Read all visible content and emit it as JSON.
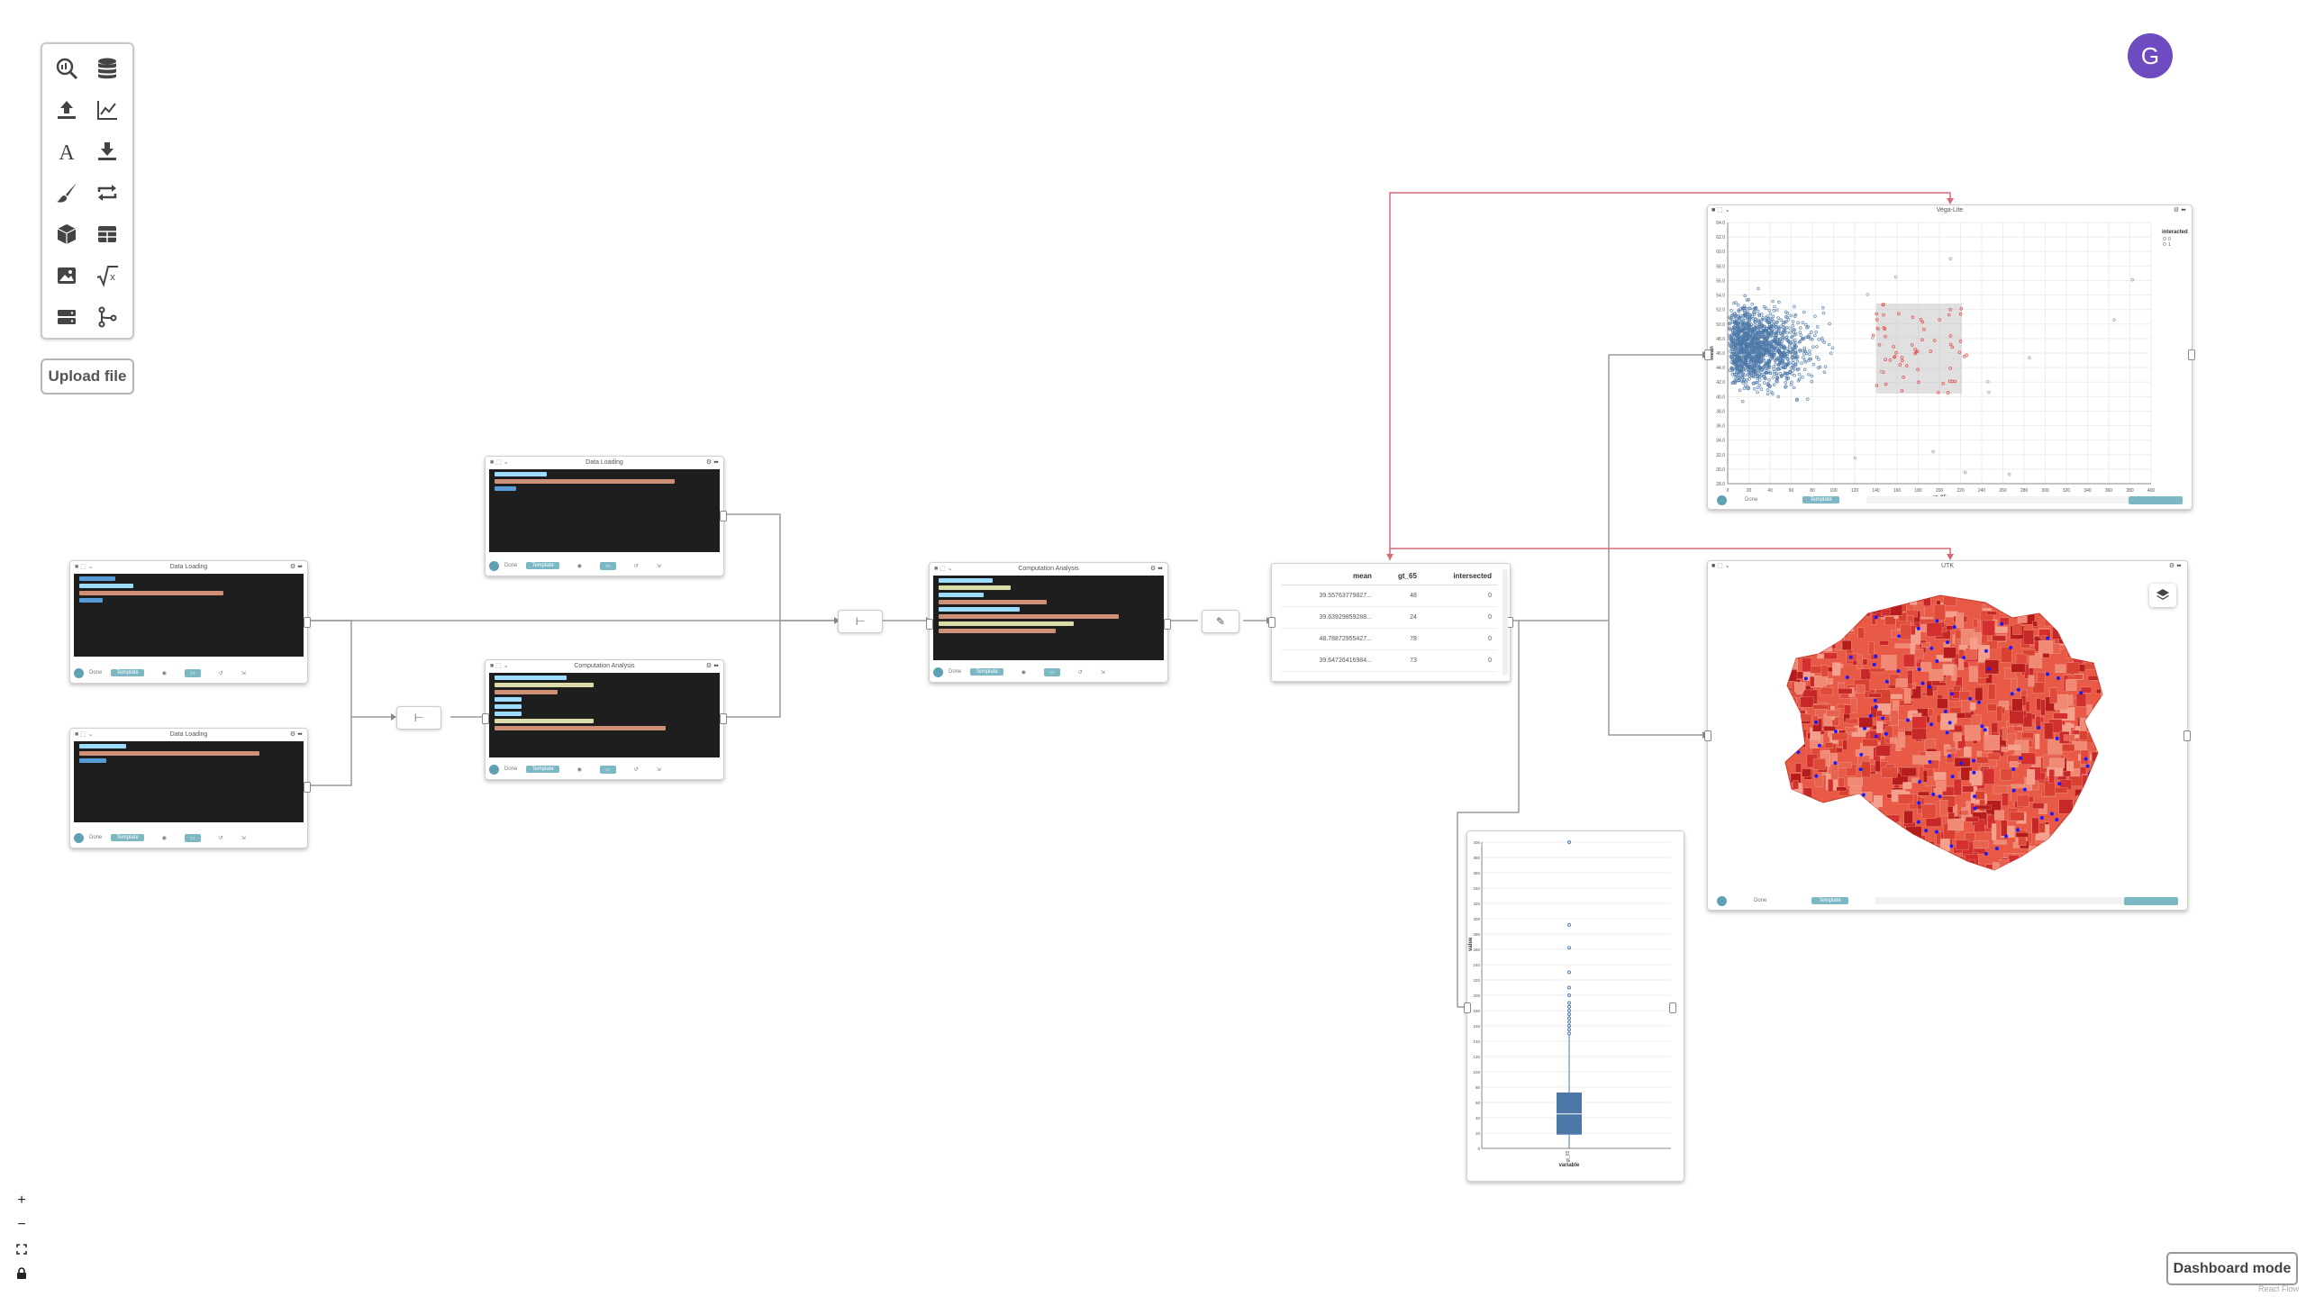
{
  "palette": {
    "tools": [
      "data-exploration-icon",
      "database-icon",
      "upload-icon",
      "line-chart-icon",
      "text-icon",
      "download-icon",
      "brush-icon",
      "loop-icon",
      "cube-icon",
      "table-icon",
      "image-icon",
      "sqrt-icon",
      "server-icon",
      "merge-icon"
    ]
  },
  "upload_button": "Upload file",
  "avatar_letter": "G",
  "nodes": {
    "data_loading_1": {
      "title": "Data Loading"
    },
    "data_loading_2": {
      "title": "Data Loading"
    },
    "data_loading_3": {
      "title": "Data Loading"
    },
    "computation_1": {
      "title": "Computation Analysis"
    },
    "computation_2": {
      "title": "Computation Analysis"
    },
    "footer": {
      "done": "Done",
      "template": "Template"
    }
  },
  "table": {
    "columns": [
      "mean",
      "gt_65",
      "intersected"
    ],
    "rows": [
      [
        "39.55763779827...",
        "48",
        "0"
      ],
      [
        "39.63929859288...",
        "24",
        "0"
      ],
      [
        "48.78872955427...",
        "78",
        "0"
      ],
      [
        "39.64726416984...",
        "73",
        "0"
      ]
    ]
  },
  "scatter": {
    "title": "Vega-Lite",
    "legend_title": "interacted",
    "legend_items": [
      "0",
      "1"
    ],
    "xlabel": "gt_65",
    "ylabel": "mean",
    "xticks": [
      "0",
      "20",
      "40",
      "60",
      "80",
      "100",
      "120",
      "140",
      "160",
      "180",
      "200",
      "220",
      "240",
      "260",
      "280",
      "300",
      "320",
      "340",
      "360",
      "380",
      "400"
    ],
    "yticks": [
      "64.0",
      "62.0",
      "60.0",
      "58.0",
      "56.0",
      "54.0",
      "52.0",
      "50.0",
      "48.0",
      "46.0",
      "44.0",
      "42.0",
      "40.0",
      "38.0",
      "36.0",
      "34.0",
      "32.0",
      "30.0",
      "28.0"
    ],
    "colors": {
      "base": "#4c78a8",
      "selected": "#e45756"
    }
  },
  "map": {
    "title": "UTK",
    "layers_icon": "layers-icon"
  },
  "boxplot": {
    "xlabel": "variable",
    "ylabel": "value",
    "category": "gt_65",
    "yticks": [
      "400",
      "380",
      "360",
      "340",
      "320",
      "300",
      "280",
      "260",
      "240",
      "220",
      "200",
      "180",
      "160",
      "140",
      "120",
      "100",
      "80",
      "60",
      "40",
      "20",
      "0"
    ]
  },
  "dashboard_button": "Dashboard mode",
  "attribution": "React Flow",
  "zoom": {
    "plus": "+",
    "minus": "−"
  }
}
